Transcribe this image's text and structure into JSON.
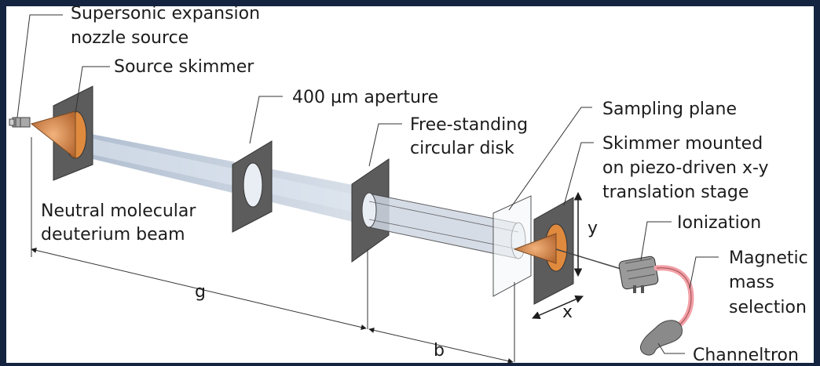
{
  "labels": {
    "nozzle_line1": "Supersonic expansion",
    "nozzle_line2": "nozzle source",
    "source_skimmer": "Source skimmer",
    "aperture": "400 µm aperture",
    "disk_line1": "Free-standing",
    "disk_line2": "circular disk",
    "sampling_plane": "Sampling plane",
    "skimmer_line1": "Skimmer mounted",
    "skimmer_line2": "on piezo-driven x-y",
    "skimmer_line3": "translation stage",
    "ionization": "Ionization",
    "magnetic_line1": "Magnetic",
    "magnetic_line2": "mass",
    "magnetic_line3": "selection",
    "channeltron": "Channeltron",
    "beam_line1": "Neutral molecular",
    "beam_line2": "deuterium beam",
    "dim_g": "g",
    "dim_b": "b",
    "axis_y": "y",
    "axis_x": "x"
  },
  "colors": {
    "frame_background": "#14233f",
    "panel_background": "#ffffff",
    "plate": "#5c5c5c",
    "cone": "#c8844a",
    "beam": "#b9c7da",
    "detector": "#8a8a8a",
    "magnet_tube": "#f2a0a6"
  }
}
